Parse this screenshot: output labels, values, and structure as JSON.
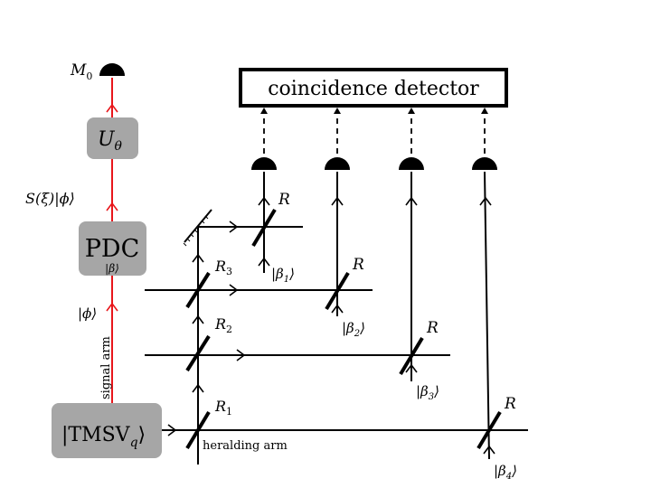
{
  "left_path": {
    "detector_label": "M",
    "detector_label_sub": "0",
    "unitary_box": "U",
    "unitary_sub": "θ",
    "squeezed_state_label": "S(ξ)|ϕ⟩",
    "pdc_box": "PDC",
    "pdc_sub": "|β⟩",
    "phi_state_label": "|ϕ⟩",
    "signal_arm_label": "signal arm",
    "tmsv_box_left": "|TMSV",
    "tmsv_box_sub": "q",
    "tmsv_box_right": "⟩",
    "heralding_arm_label": "heralding arm"
  },
  "coincidence_detector": "coincidence detector",
  "beam_splitters": {
    "r1": "R",
    "r1_sub": "1",
    "r2": "R",
    "r2_sub": "2",
    "r3": "R",
    "r3_sub": "3",
    "r_a": "R",
    "r_b": "R",
    "r_c": "R",
    "r_d": "R"
  },
  "coherent_states": [
    {
      "label": "|β",
      "sub": "1",
      "close": "⟩"
    },
    {
      "label": "|β",
      "sub": "2",
      "close": "⟩"
    },
    {
      "label": "|β",
      "sub": "3",
      "close": "⟩"
    },
    {
      "label": "|β",
      "sub": "4",
      "close": "⟩"
    }
  ],
  "colors": {
    "signal_beam": "#e8161b",
    "box_fill": "#a6a6a6",
    "line": "#000000"
  }
}
